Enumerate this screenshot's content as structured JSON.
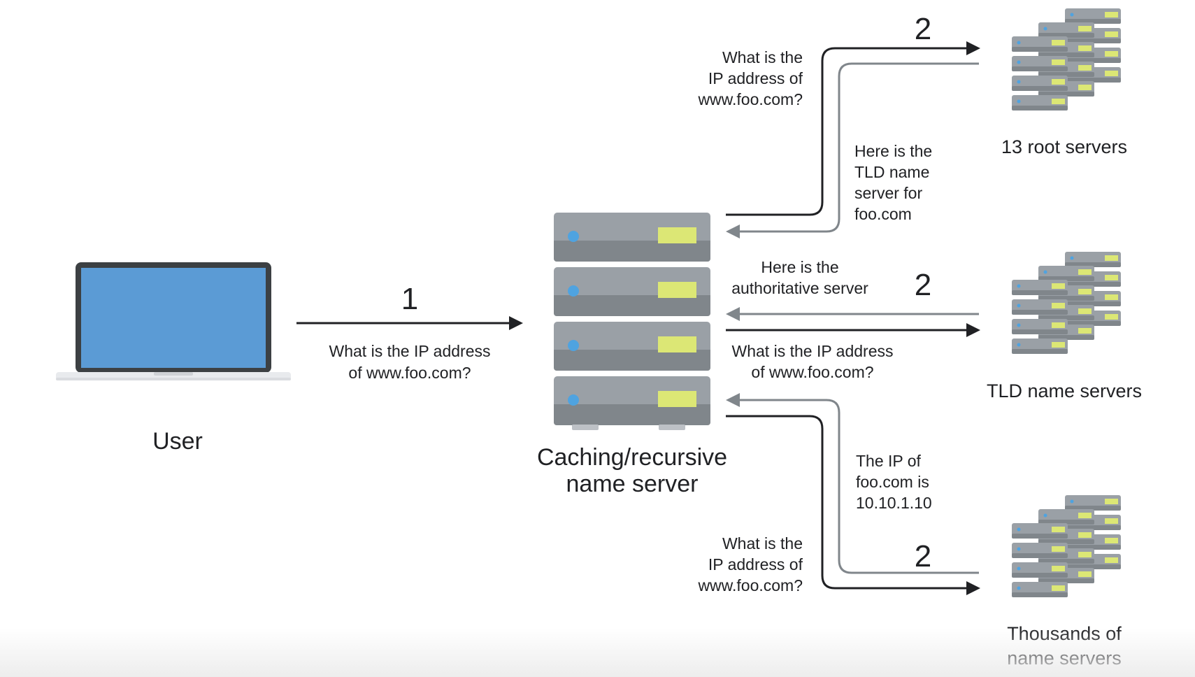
{
  "user": {
    "label": "User"
  },
  "resolver": {
    "label_line1": "Caching/recursive",
    "label_line2": "name server"
  },
  "step_numbers": {
    "user_query": "1",
    "root": "2",
    "tld": "2",
    "authoritative": "2"
  },
  "user_query": {
    "line1": "What is the IP address",
    "line2": "of www.foo.com?"
  },
  "root_query": {
    "line1": "What is the",
    "line2": "IP address of",
    "line3": "www.foo.com?"
  },
  "root_reply": {
    "line1": "Here is the",
    "line2": "TLD name",
    "line3": "server for",
    "line4": "foo.com"
  },
  "tld_reply": {
    "line1": "Here is the",
    "line2": "authoritative server"
  },
  "tld_query": {
    "line1": "What is the IP address",
    "line2": "of www.foo.com?"
  },
  "auth_reply": {
    "line1": "The IP of",
    "line2": "foo.com is",
    "line3": "10.10.1.10"
  },
  "auth_query": {
    "line1": "What is the",
    "line2": "IP address of",
    "line3": "www.foo.com?"
  },
  "server_groups": {
    "root": "13 root servers",
    "tld": "TLD name servers",
    "auth_line1": "Thousands of",
    "auth_line2": "name servers"
  },
  "colors": {
    "laptop_screen": "#5b9bd5",
    "laptop_frame": "#3c4043",
    "server_body": "#9aa0a6",
    "server_accent": "#dce775",
    "server_light": "#4fa3e0",
    "arrow_dark": "#202124",
    "arrow_light": "#80868b"
  }
}
